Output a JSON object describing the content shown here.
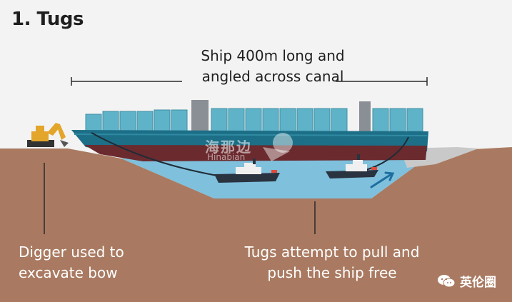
{
  "title": "1. Tugs",
  "ship_label": [
    "Ship 400m long and",
    "angled across canal"
  ],
  "digger_label": [
    "Digger used to",
    "excavate bow"
  ],
  "tugs_label": [
    "Tugs attempt to pull and",
    "push the ship free"
  ],
  "watermark": {
    "cn": "海那边",
    "en": "Hinabian"
  },
  "brand": {
    "name": "英伦圈",
    "icon": "wechat-icon"
  },
  "colors": {
    "background": "#f3f3f3",
    "ground": "#a97a61",
    "water": "#7fc0dc",
    "hull_top": "#1c6f87",
    "hull_bottom": "#6b2a2e",
    "containers": "#5fb3c9",
    "tug": "#2a3340",
    "digger": "#e3a52a"
  }
}
